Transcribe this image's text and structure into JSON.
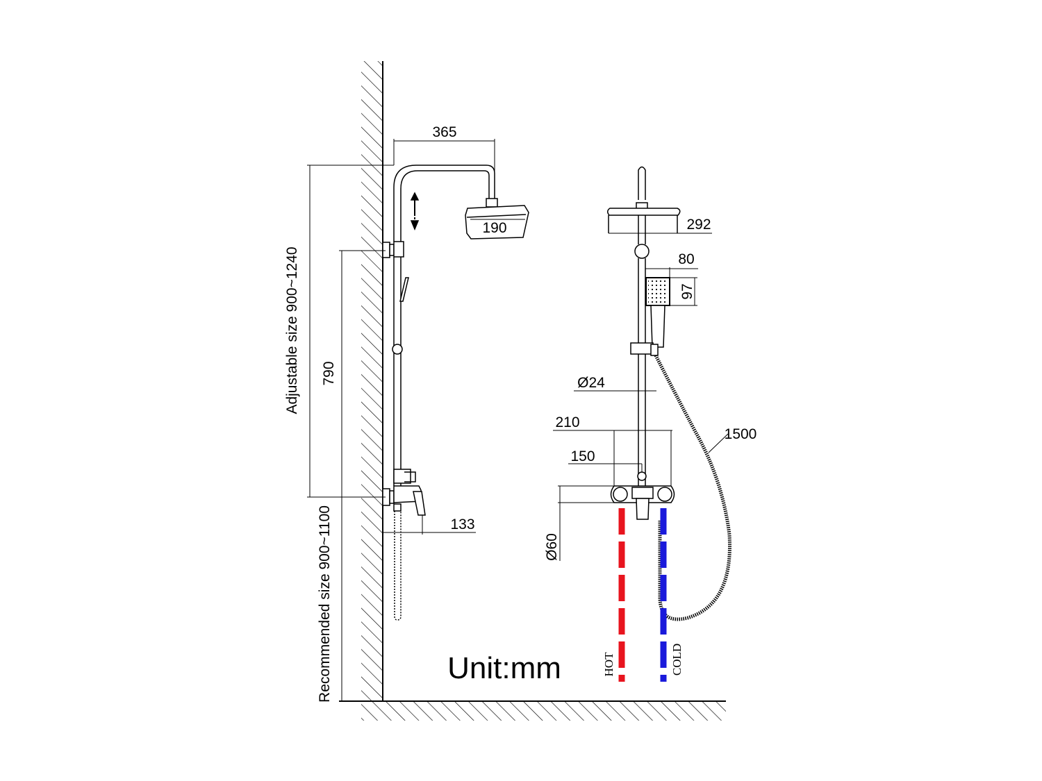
{
  "unit_label": "Unit:mm",
  "side_view": {
    "dim_arm_length": "365",
    "dim_head_side": "190",
    "dim_fixed_height": "790",
    "dim_adjustable": "Adjustable size 900~1240",
    "dim_recommended": "Recommended size 900~1100",
    "dim_projection": "133"
  },
  "front_view": {
    "dim_head_width": "292",
    "dim_hand_width": "80",
    "dim_hand_height": "97",
    "dim_rod_diameter": "Ø24",
    "dim_centers_outer": "210",
    "dim_centers_inner": "150",
    "dim_escutcheon": "Ø60",
    "dim_hose": "1500",
    "hot_label": "HOT",
    "cold_label": "COLD"
  },
  "colors": {
    "hot": "#e8141e",
    "cold": "#1a1adb",
    "line": "#000000"
  }
}
